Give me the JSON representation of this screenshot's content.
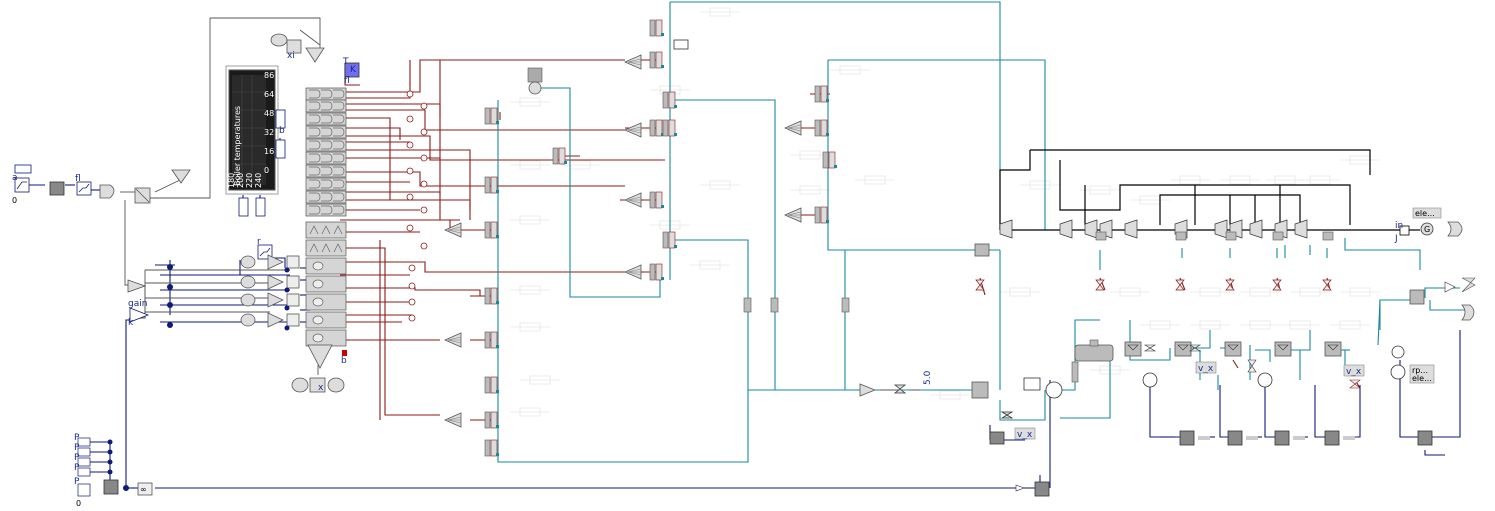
{
  "colors": {
    "steam": "#8b1a1a",
    "water": "#1a8a9a",
    "signal": "#101a7a",
    "mech": "#000000",
    "component_fill": "#b8b8b8",
    "component_stroke": "#555555"
  },
  "labels": {
    "source_a": "a",
    "source_fl": "fl",
    "sink_xi": "xi",
    "sensor_t": "T",
    "sensor_k": "K",
    "sensor_fl": "fl",
    "limiter_r": "r",
    "gain": "gain",
    "gain_k": "k",
    "out_b": "b",
    "bottom_x": "x",
    "generator_ele": "ele...",
    "generator_in": "in",
    "generator_j": "J",
    "vx_1": "v_x",
    "vx_2": "v_x",
    "vx_3": "v_x",
    "rp_ele": "rp...",
    "rp_ele2": "ele...",
    "nine_num": "5.0",
    "p1": "P",
    "p2": "P",
    "p3": "P",
    "p4": "P",
    "p5": "P",
    "zero": "0"
  },
  "boiler_display": {
    "title": "Boiler temperatures",
    "ticks": [
      "86",
      "64",
      "48",
      "32",
      "16",
      "0"
    ],
    "x_ticks": [
      "180",
      "200",
      "220",
      "240"
    ]
  },
  "icons": [
    "pump-icon",
    "valve-icon",
    "heat-exchanger-icon",
    "turbine-icon",
    "generator-icon",
    "mixer-icon",
    "sensor-icon",
    "sink-icon"
  ]
}
